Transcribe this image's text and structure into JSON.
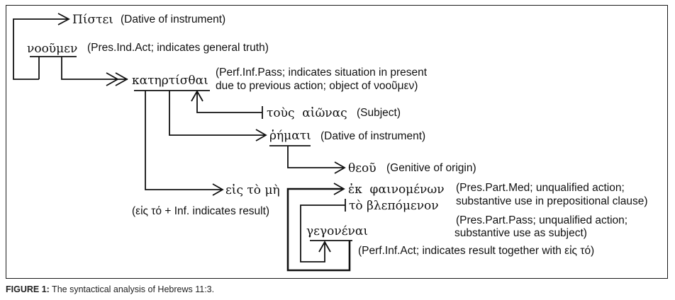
{
  "nodes": {
    "pistei": {
      "greek": "Πίστει",
      "note": "(Dative of instrument)"
    },
    "nooumen": {
      "greek": "νοοῦμεν",
      "note": "(Pres.Ind.Act; indicates general truth)"
    },
    "katertisthai": {
      "greek": "κατηρτίσθαι",
      "note_line1": "(Perf.Inf.Pass; indicates situation in present",
      "note_line2": "due to previous action; object of νοοῦμεν)"
    },
    "tous_aionas": {
      "greek": "τοὺς  αἰῶνας",
      "note": "(Subject)"
    },
    "rhemati": {
      "greek": "ῥήματι",
      "note": "(Dative of instrument)"
    },
    "theou": {
      "greek": "θεοῦ",
      "note": "(Genitive of origin)"
    },
    "eis_to_me": {
      "greek": "εἰς τὸ μὴ",
      "note": "(εἰς τό + Inf. indicates result)"
    },
    "ek_phainomenon": {
      "greek": "ἐκ  φαινομένων",
      "note_line1": "(Pres.Part.Med; unqualified action;",
      "note_line2": "substantive use in prepositional clause)"
    },
    "to_blepomenon": {
      "greek": "τὸ βλεπόμενον",
      "note_line1": "(Pres.Part.Pass; unqualified action;",
      "note_line2": "substantive use as subject)"
    },
    "gegonenai": {
      "greek": "γεγονέναι",
      "note": "(Perf.Inf.Act; indicates result together with εἰς τό)"
    }
  },
  "caption": {
    "label": "FIGURE 1:",
    "text": " The syntactical analysis of Hebrews 11:3."
  }
}
